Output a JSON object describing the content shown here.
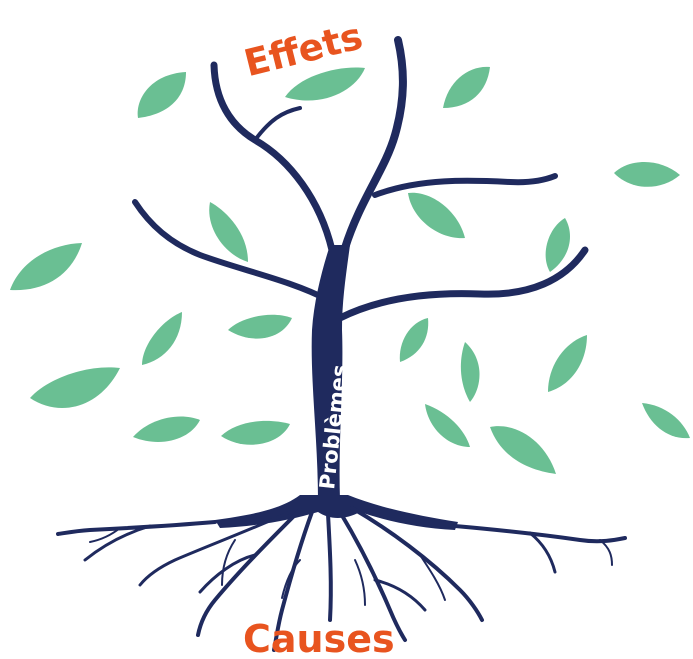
{
  "diagram": {
    "effects_label": "Effets",
    "causes_label": "Causes",
    "trunk_label": "Problèmes",
    "colors": {
      "trunk": "#1f2a5e",
      "leaves": "#6abf93",
      "labels": "#e8541f",
      "trunk_text": "#ffffff"
    }
  }
}
